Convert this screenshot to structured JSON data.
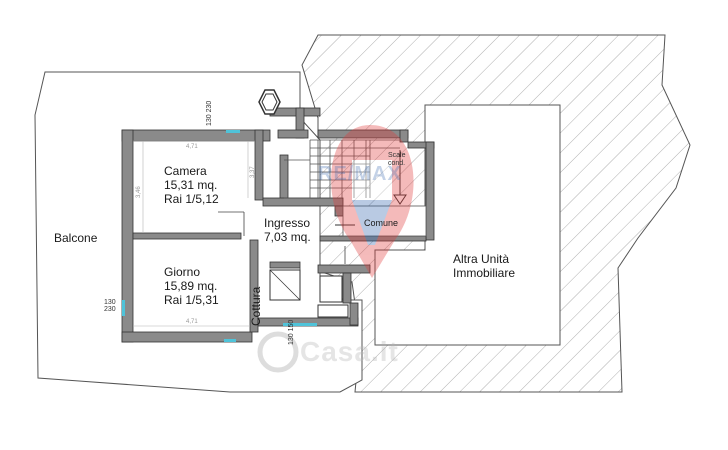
{
  "rooms": {
    "camera": {
      "name": "Camera",
      "area": "15,31 mq.",
      "ratio": "Rai 1/5,12"
    },
    "giorno": {
      "name": "Giorno",
      "area": "15,89 mq.",
      "ratio": "Rai 1/5,31"
    },
    "ingresso": {
      "name": "Ingresso",
      "area": "7,03 mq."
    },
    "cottura": {
      "name": "Cottura"
    },
    "balcone": {
      "name": "Balcone"
    },
    "comune": {
      "name": "Comune"
    },
    "scale": {
      "line1": "Scale",
      "line2": "cond."
    },
    "altra": {
      "line1": "Altra Unità",
      "line2": "Immobiliare"
    }
  },
  "dimensions": {
    "window_top": [
      "130",
      "230"
    ],
    "window_left": [
      "130",
      "230"
    ],
    "window_bottom": [
      "130",
      "150"
    ],
    "camera_width": "4,71",
    "giorno_width": "4,71",
    "camera_height": "3,46",
    "ingresso_height": "3,37"
  },
  "watermarks": {
    "brand": "RE/MAX",
    "site": "Casa.it"
  },
  "colors": {
    "wall": "#888888",
    "wall_border": "#333333",
    "window": "#4fc3d9",
    "hatch": "#9a9a9a",
    "logo_red": "#e23b3b",
    "logo_blue": "#3a6ab0"
  }
}
